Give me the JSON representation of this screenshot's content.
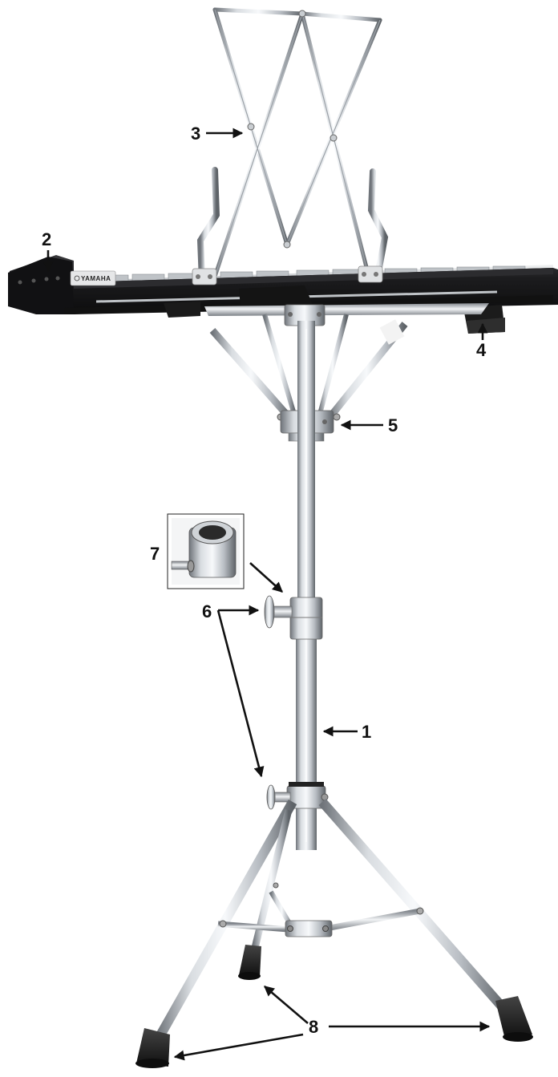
{
  "callouts": {
    "c1": "1",
    "c2": "2",
    "c3": "3",
    "c4": "4",
    "c5": "5",
    "c6": "6",
    "c7": "7",
    "c8": "8"
  },
  "brand_label": "YAMAHA",
  "colors": {
    "chrome_dark": "#6f747a",
    "chrome_light": "#eef1f4",
    "instrument_body": "#1c1c1e",
    "rubber_foot": "#222222",
    "label_text": "#111111"
  }
}
